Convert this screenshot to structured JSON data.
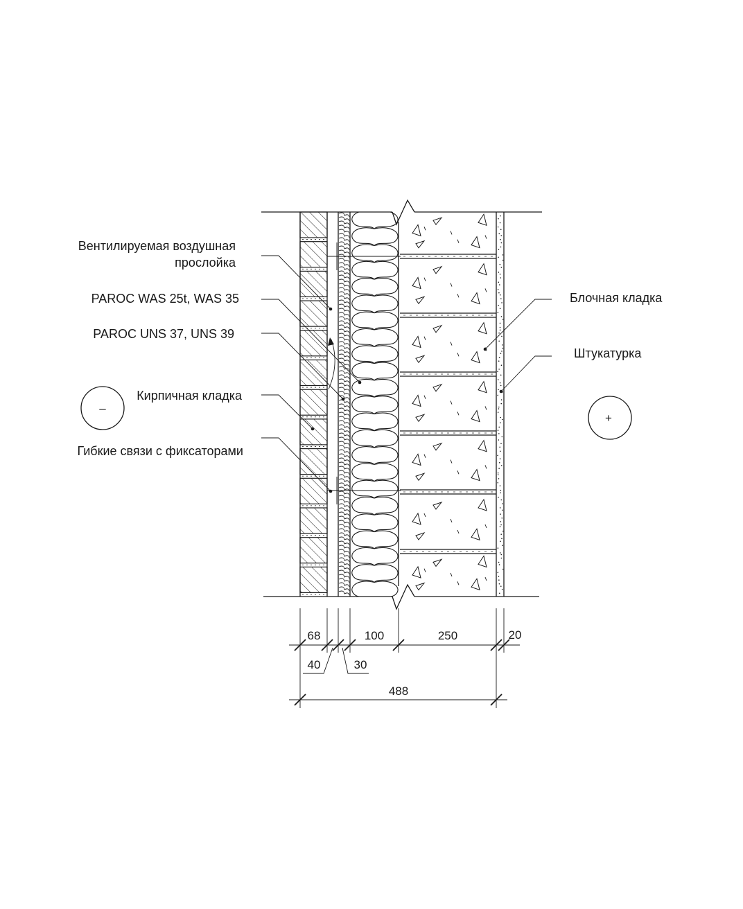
{
  "labels": {
    "air_gap": [
      "Вентилируемая воздушная",
      "прослойка"
    ],
    "was": "PAROC WAS 25t, WAS 35",
    "uns": "PAROC UNS 37, UNS 39",
    "brick": "Кирпичная кладка",
    "ties": "Гибкие связи с фиксаторами",
    "block": "Блочная кладка",
    "plaster": "Штукатурка"
  },
  "zones": {
    "cold": "–",
    "warm": "+"
  },
  "dimensions": {
    "brick": "68",
    "air_gap": "40",
    "wind_board": "30",
    "insulation": "100",
    "block": "250",
    "plaster": "20",
    "total": "488"
  }
}
